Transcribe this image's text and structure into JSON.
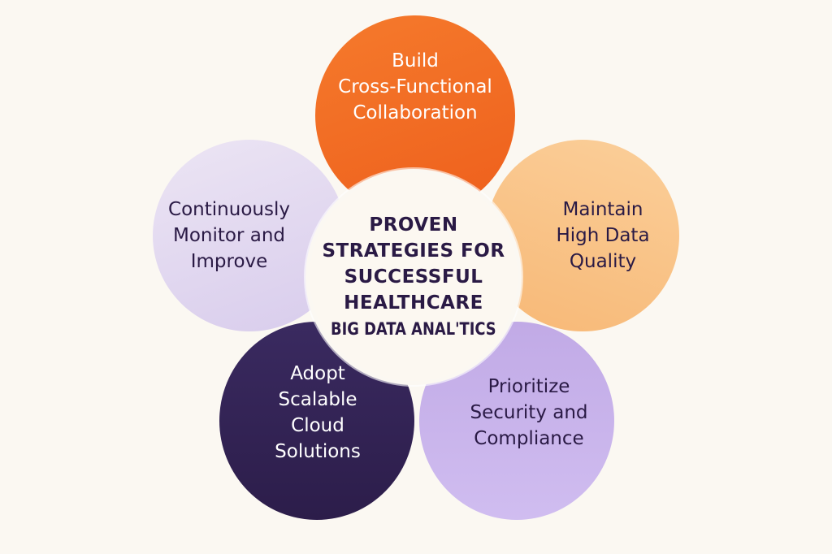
{
  "title": {
    "lines": [
      "PROVEN",
      "STRATEGIES FOR",
      "SUCCESSFUL",
      "HEALTHCARE"
    ],
    "subtitle": "BIG DATA ANAL'TICS"
  },
  "strategies": [
    {
      "label_lines": [
        "Build",
        "Cross-Functional",
        "Collaboration"
      ],
      "color": "#f26a21"
    },
    {
      "label_lines": [
        "Maintain",
        "High Data",
        "Quality"
      ],
      "color": "#f9c48a"
    },
    {
      "label_lines": [
        "Prioritize",
        "Security and",
        "Compliance"
      ],
      "color": "#c7b3e8"
    },
    {
      "label_lines": [
        "Adopt",
        "Scalable",
        "Cloud",
        "Solutions"
      ],
      "color": "#2e1f4f"
    },
    {
      "label_lines": [
        "Continuously",
        "Monitor and",
        "Improve"
      ],
      "color": "#ddd3ec"
    }
  ]
}
